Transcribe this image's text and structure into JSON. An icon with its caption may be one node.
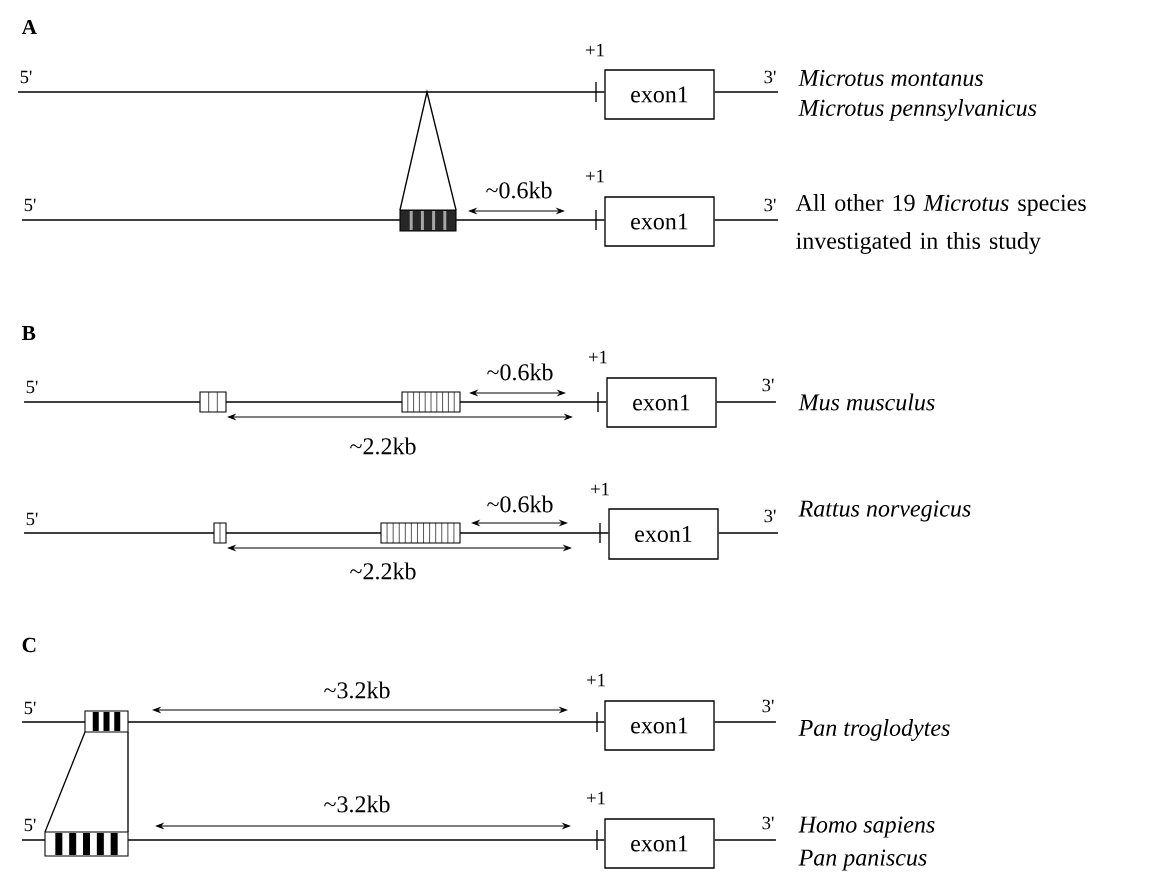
{
  "diagram": {
    "nodes": [
      {
        "text": [
          "5'"
        ]
      },
      {
        "text": [
          "exon1"
        ]
      },
      {
        "text": [
          "3'"
        ]
      },
      {
        "text": [
          "5'"
        ]
      },
      {
        "text": [
          "exon1"
        ]
      },
      {
        "text": [
          "3'"
        ]
      },
      {
        "text": [
          "5'"
        ]
      },
      {
        "text": [
          "exon1"
        ]
      },
      {
        "text": [
          "3'"
        ]
      },
      {
        "text": [
          "5'"
        ]
      },
      {
        "text": [
          "exon1"
        ]
      },
      {
        "text": [
          "3'"
        ]
      },
      {
        "text": [
          "5'"
        ]
      },
      {
        "text": [
          "exon1"
        ]
      },
      {
        "text": [
          "3'"
        ]
      },
      {
        "text": [
          "5'"
        ]
      },
      {
        "text": [
          "exon1"
        ]
      },
      {
        "text": [
          "3'"
        ]
      }
    ],
    "edges": [
      {
        "from": 0,
        "to": 1,
        "arrow": "none"
      },
      {
        "from": 1,
        "to": 2,
        "arrow": "none"
      },
      {
        "from": 3,
        "to": 4,
        "arrow": "none"
      },
      {
        "from": 4,
        "to": 5,
        "arrow": "none"
      },
      {
        "from": 6,
        "to": 7,
        "arrow": "none"
      },
      {
        "from": 7,
        "to": 8,
        "arrow": "none"
      },
      {
        "from": 9,
        "to": 10,
        "arrow": "none"
      },
      {
        "from": 10,
        "to": 11,
        "arrow": "none"
      },
      {
        "from": 12,
        "to": 13,
        "arrow": "none"
      },
      {
        "from": 13,
        "to": 14,
        "arrow": "none"
      },
      {
        "from": 15,
        "to": 16,
        "arrow": "none"
      },
      {
        "from": 16,
        "to": 17,
        "arrow": "none"
      }
    ],
    "labels": [
      "A",
      "+1",
      "Microtus  montanus",
      "Microtus  pennsylvanicus",
      "+1",
      "~0.6kb",
      "All other 19 *Microtus* species investigated in this study",
      "B",
      "+1",
      "~0.6kb",
      "Mus musculus",
      "~2.2kb",
      "+1",
      "~0.6kb",
      "Rattus norvegicus",
      "~2.2kb",
      "C",
      "+1",
      "~3.2kb",
      "Pan troglodytes",
      "+1",
      "~3.2kb",
      "Homo sapiens",
      "Pan paniscus"
    ]
  }
}
